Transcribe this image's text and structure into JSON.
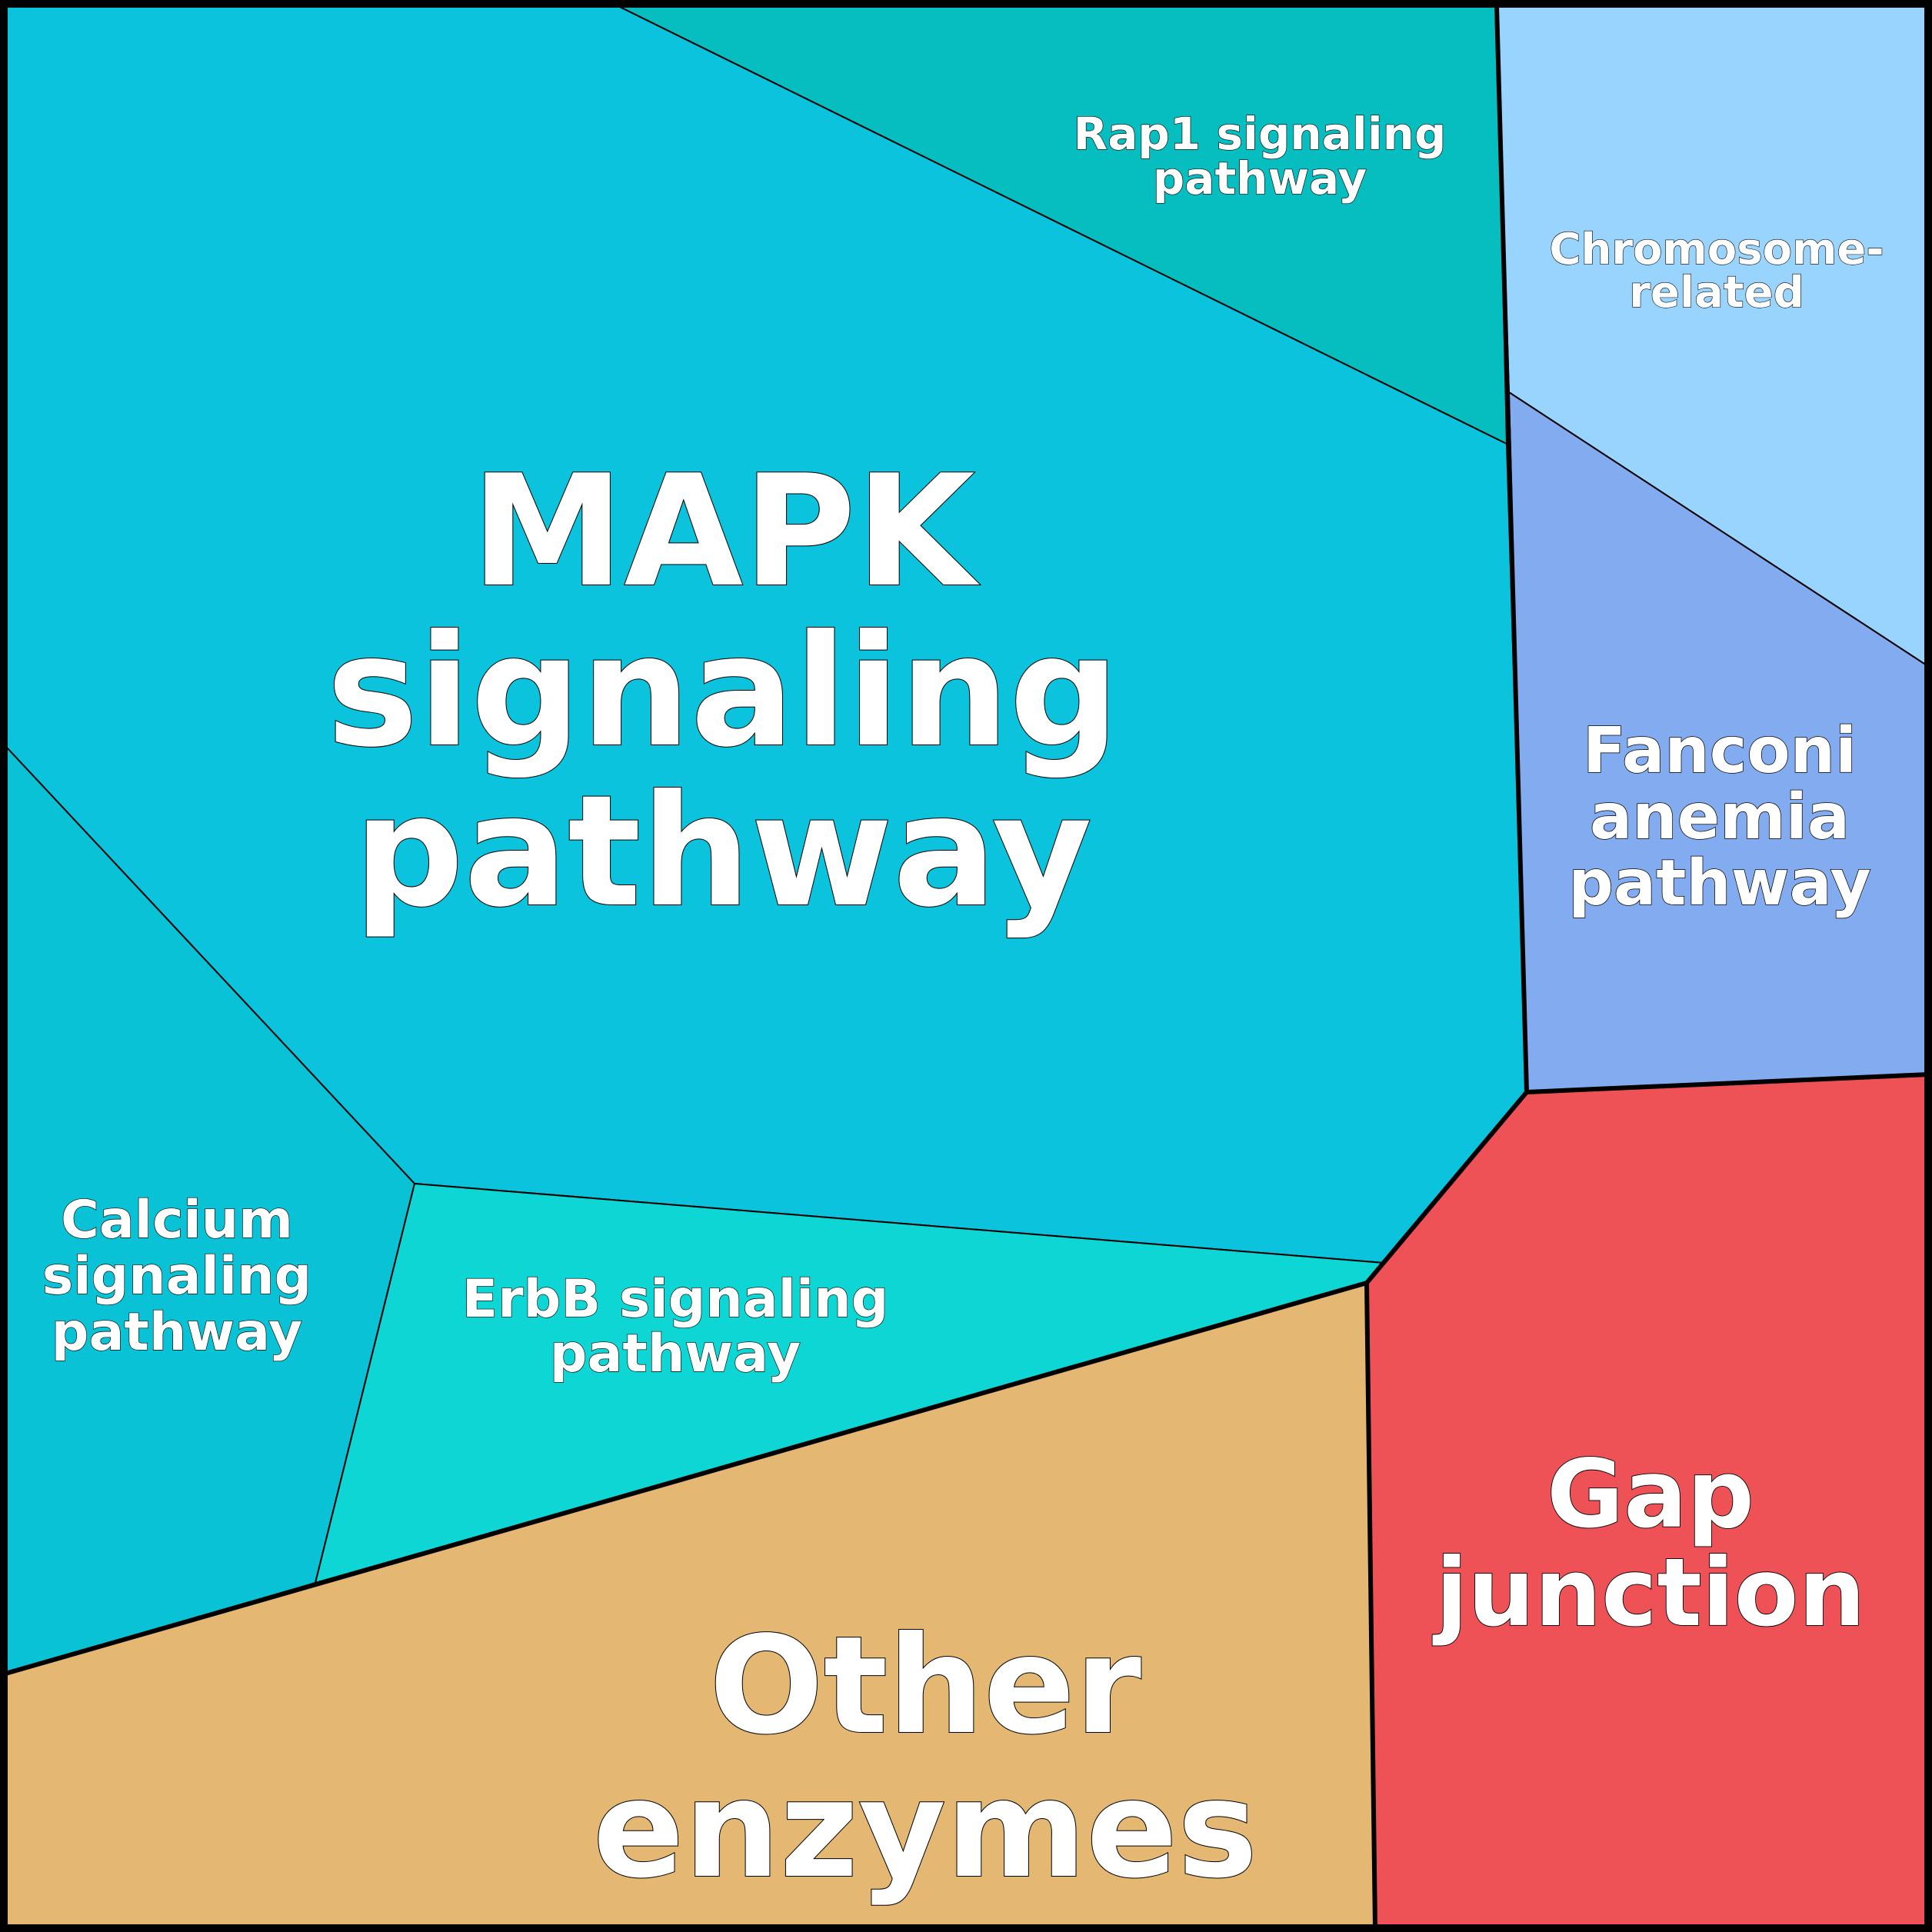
{
  "diagram": {
    "type": "voronoi-treemap",
    "background": "#ffffff",
    "border_color": "#000000",
    "cells": [
      {
        "id": "mapk",
        "lines": [
          "MAPK",
          "signaling",
          "pathway"
        ],
        "color": "#0BC3DC",
        "group": "signaling"
      },
      {
        "id": "rap1",
        "lines": [
          "Rap1 signaling",
          "pathway"
        ],
        "color": "#06BDC0",
        "group": "signaling"
      },
      {
        "id": "calcium",
        "lines": [
          "Calcium",
          "signaling",
          "pathway"
        ],
        "color": "#09C2D6",
        "group": "signaling"
      },
      {
        "id": "erbb",
        "lines": [
          "ErbB signaling",
          "pathway"
        ],
        "color": "#0DD6D4",
        "group": "signaling"
      },
      {
        "id": "chromosome",
        "lines": [
          "Chromosome-",
          "related"
        ],
        "color": "#99D4FE",
        "group": "chromosome"
      },
      {
        "id": "fanconi",
        "lines": [
          "Fanconi",
          "anemia",
          "pathway"
        ],
        "color": "#82ABF0",
        "group": "chromosome"
      },
      {
        "id": "gap",
        "lines": [
          "Gap",
          "junction"
        ],
        "color": "#EE5156",
        "group": "gap"
      },
      {
        "id": "other",
        "lines": [
          "Other",
          "enzymes"
        ],
        "color": "#E4B773",
        "group": "other"
      }
    ]
  }
}
